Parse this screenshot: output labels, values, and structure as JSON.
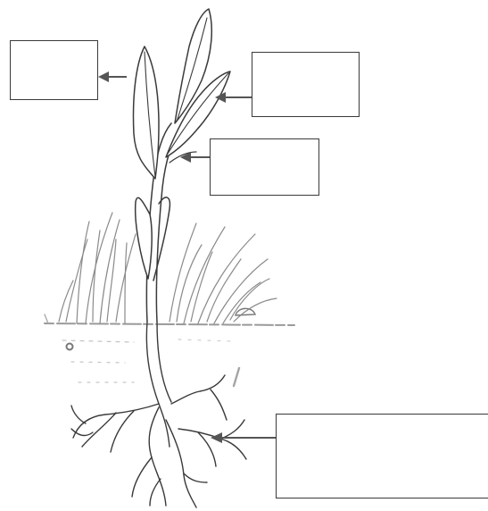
{
  "diagram": {
    "label_boxes": [
      {
        "id": "flower",
        "text": ""
      },
      {
        "id": "leaf",
        "text": ""
      },
      {
        "id": "stem",
        "text": ""
      },
      {
        "id": "roots",
        "text": ""
      }
    ]
  },
  "colors": {
    "ink": "#3a3a3a",
    "arrow": "#555555",
    "grass": "#8a8a8a",
    "background": "#ffffff"
  },
  "icons": {
    "arrow": "arrow-left-icon",
    "plant": "plant-drawing"
  }
}
